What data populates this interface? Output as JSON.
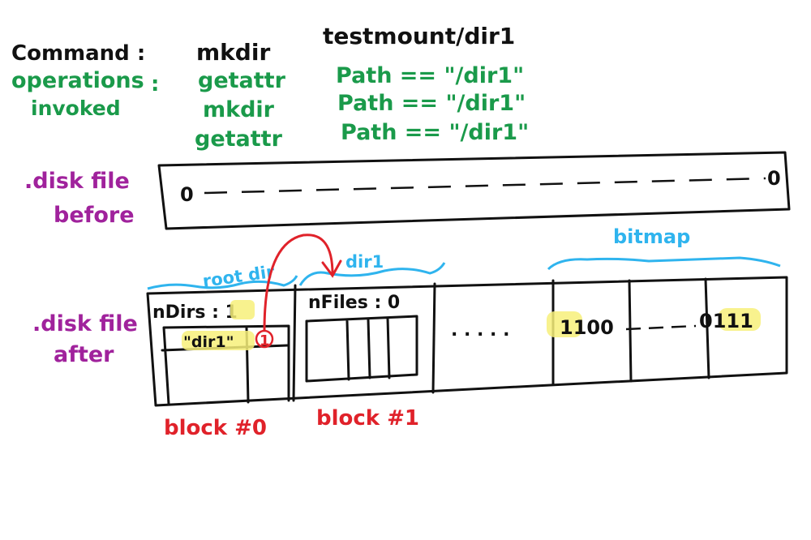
{
  "command": {
    "label": "Command :",
    "name": "mkdir",
    "arg": "testmount/dir1"
  },
  "operations": {
    "label_line1": "operations",
    "label_colon": ":",
    "label_line2": "invoked",
    "calls": [
      {
        "op": "getattr",
        "path": "Path == \"/dir1\""
      },
      {
        "op": "mkdir",
        "path": "Path == \"/dir1\""
      },
      {
        "op": "getattr",
        "path": "Path == \"/dir1\""
      }
    ]
  },
  "disk_before": {
    "label_line1": ".disk file",
    "label_line2": "before",
    "start_value": "0",
    "end_value": "0"
  },
  "disk_after": {
    "label_line1": ".disk file",
    "label_line2": "after",
    "regions": {
      "root_dir": "root dir",
      "dir1": "dir1",
      "bitmap": "bitmap"
    },
    "block0": {
      "header": "nDirs : 1",
      "entry_name": "\"dir1\"",
      "entry_pointer": "1",
      "caption": "block #0"
    },
    "block1": {
      "header": "nFiles : 0",
      "caption": "block #1"
    },
    "ellipsis": ". . . . .",
    "bitmap": {
      "start_bits": "1100",
      "end_bits": "0111"
    }
  },
  "colors": {
    "ink": "#111111",
    "operations": "#1a9a4a",
    "labels": "#a0229c",
    "regions": "#2fb4ee",
    "blocks": "#e0222a",
    "highlight": "#f7f07a"
  }
}
